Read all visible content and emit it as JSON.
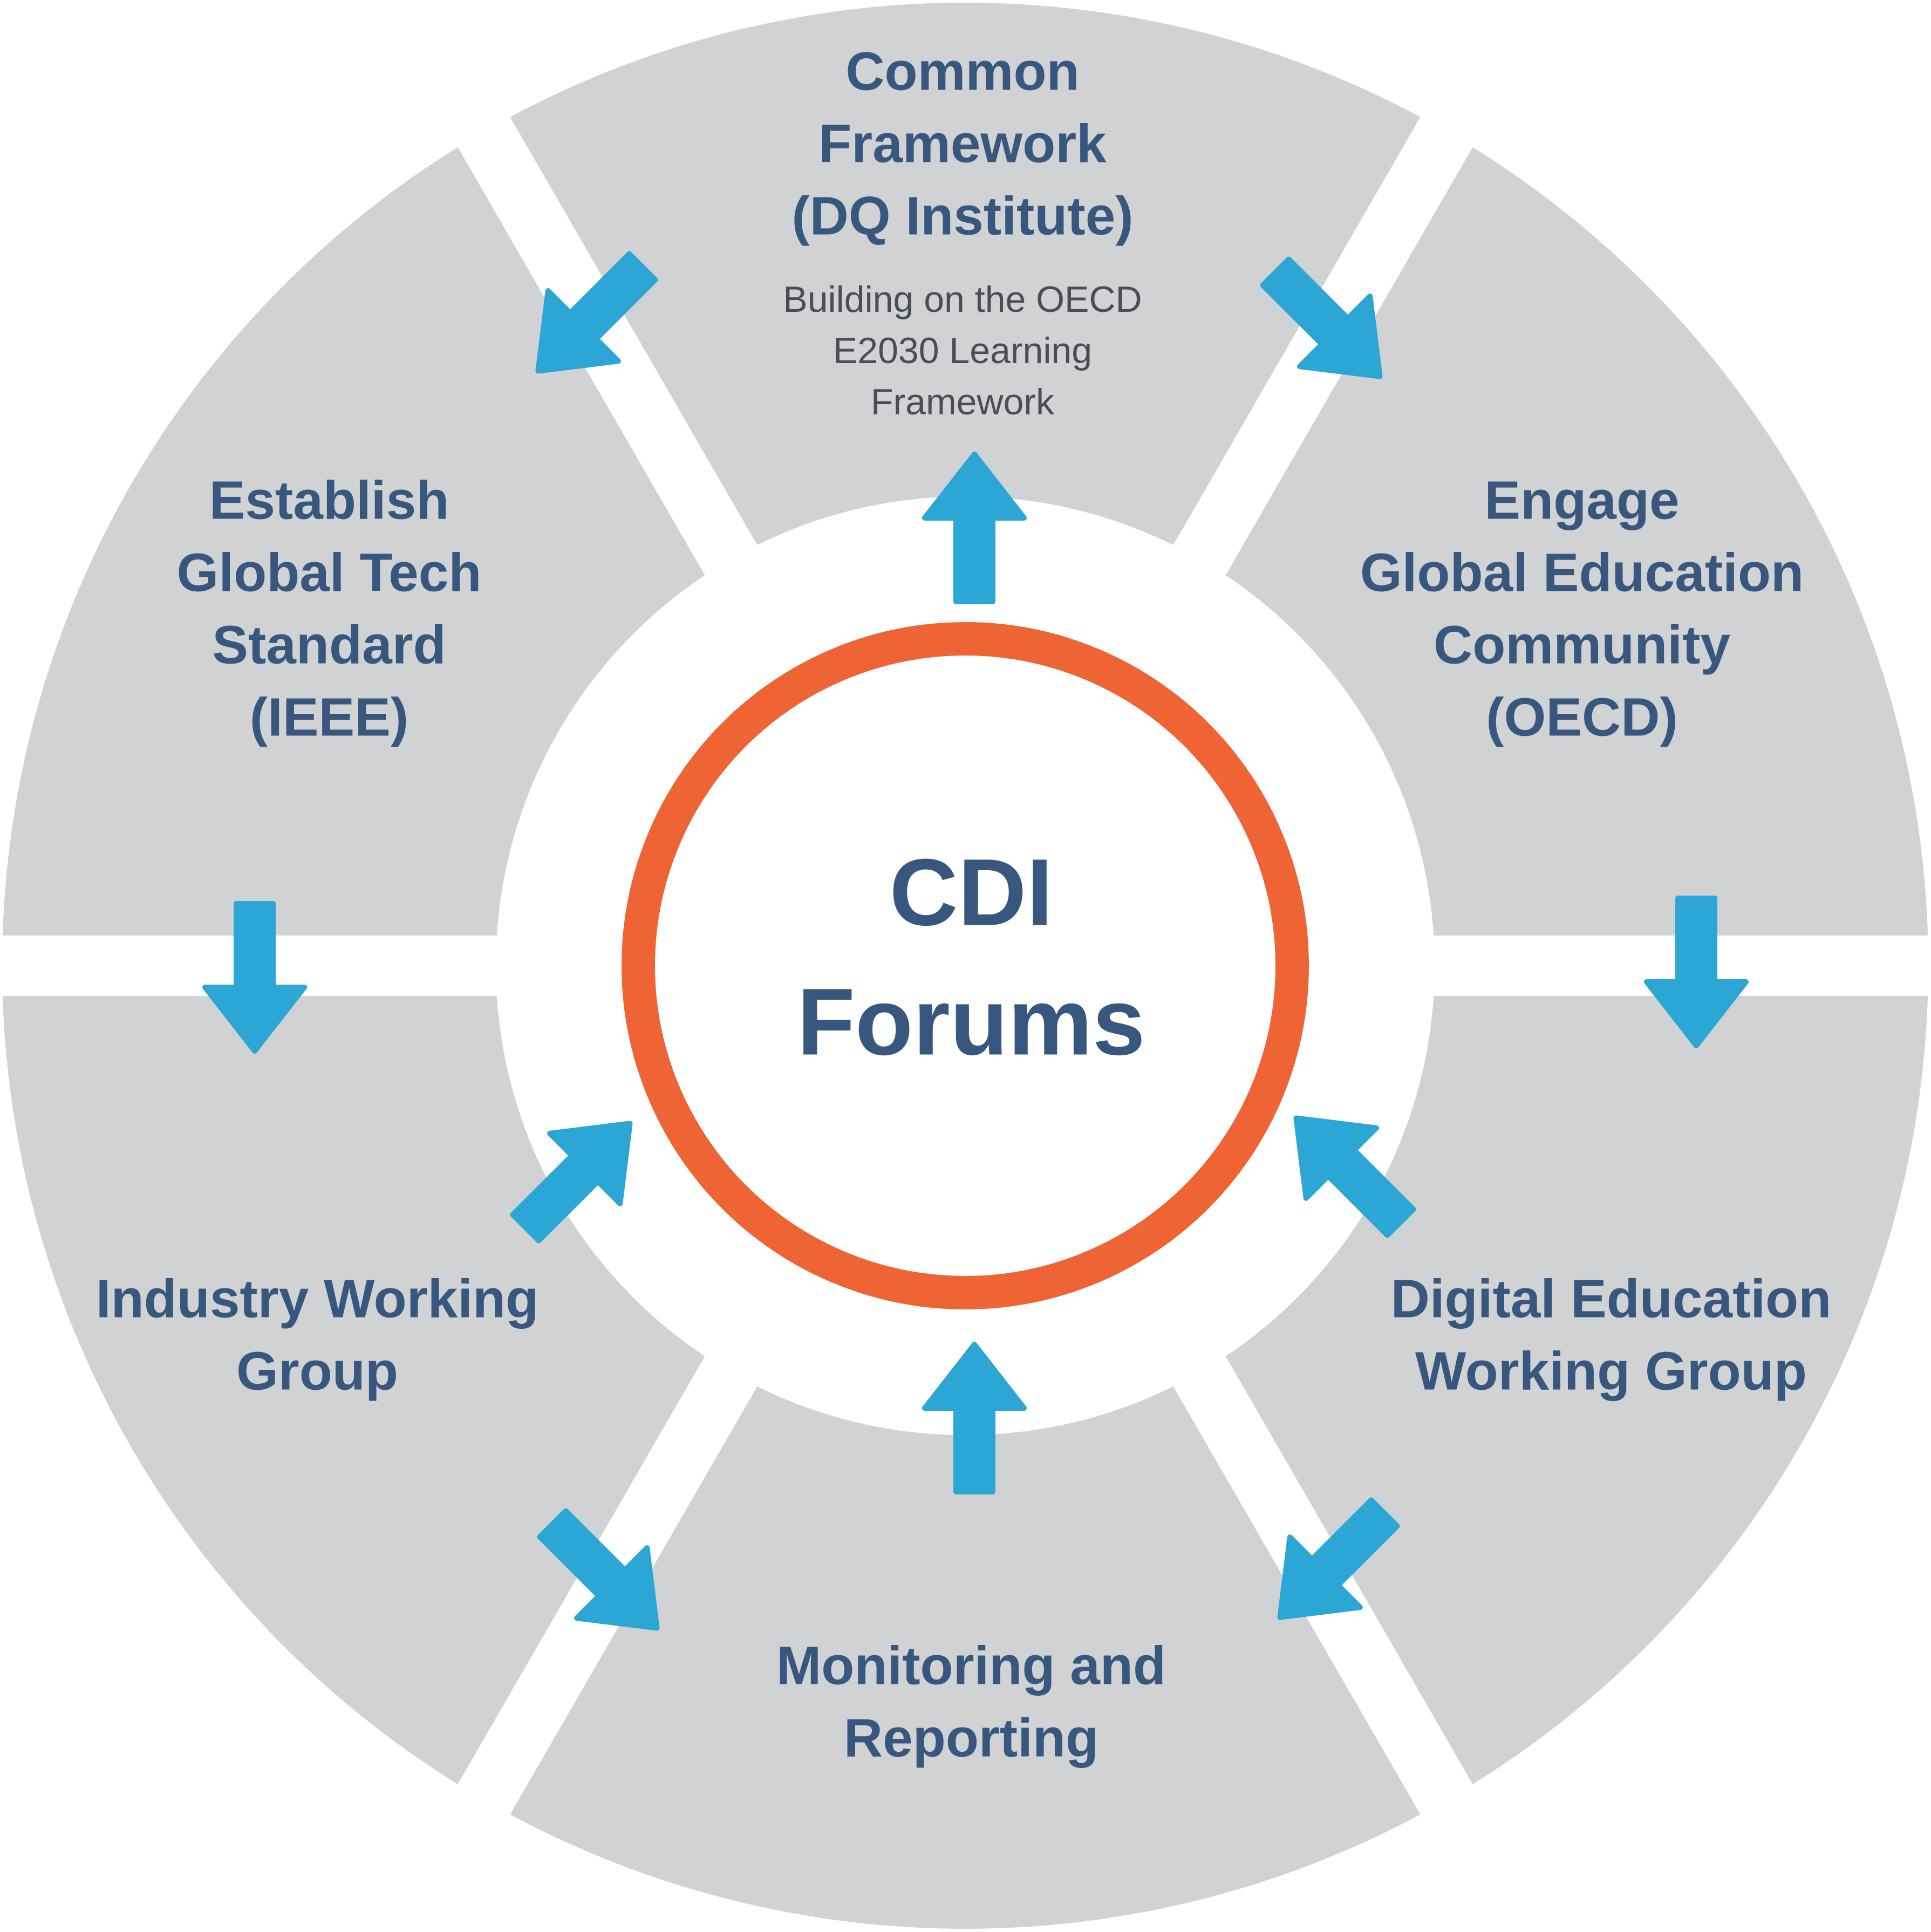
{
  "colors": {
    "segment": "#d0d2d4",
    "text": "#37577e",
    "subtext": "#4a4d55",
    "arrow": "#2ca6d4",
    "ring": "#ee6434",
    "background": "#ffffff"
  },
  "center": {
    "line1": "CDI",
    "line2": "Forums"
  },
  "segments": [
    {
      "id": "top",
      "lines": [
        "Common",
        "Framework",
        "(DQ Institute)"
      ],
      "sub": [
        "Building on the OECD",
        "E2030 Learning",
        "Framework"
      ]
    },
    {
      "id": "upper-right",
      "lines": [
        "Engage",
        "Global Education",
        "Community",
        "(OECD)"
      ]
    },
    {
      "id": "lower-right",
      "lines": [
        "Digital Education",
        "Working Group"
      ]
    },
    {
      "id": "bottom",
      "lines": [
        "Monitoring and",
        "Reporting"
      ]
    },
    {
      "id": "lower-left",
      "lines": [
        "Industry Working",
        "Group"
      ]
    },
    {
      "id": "upper-left",
      "lines": [
        "Establish",
        "Global Tech",
        "Standard",
        "(IEEE)"
      ]
    }
  ],
  "arrows": [
    {
      "name": "arrow-center-to-top",
      "direction": "up"
    },
    {
      "name": "arrow-top-to-upper-right",
      "direction": "down-right"
    },
    {
      "name": "arrow-upper-right-to-lower-right",
      "direction": "down"
    },
    {
      "name": "arrow-lower-right-to-center",
      "direction": "up-left"
    },
    {
      "name": "arrow-lower-right-to-bottom",
      "direction": "down-left"
    },
    {
      "name": "arrow-bottom-to-center",
      "direction": "up"
    },
    {
      "name": "arrow-lower-left-to-bottom",
      "direction": "down-right"
    },
    {
      "name": "arrow-lower-left-to-center",
      "direction": "up-right"
    },
    {
      "name": "arrow-upper-left-to-lower-left",
      "direction": "down"
    },
    {
      "name": "arrow-top-to-upper-left",
      "direction": "down-left"
    }
  ]
}
